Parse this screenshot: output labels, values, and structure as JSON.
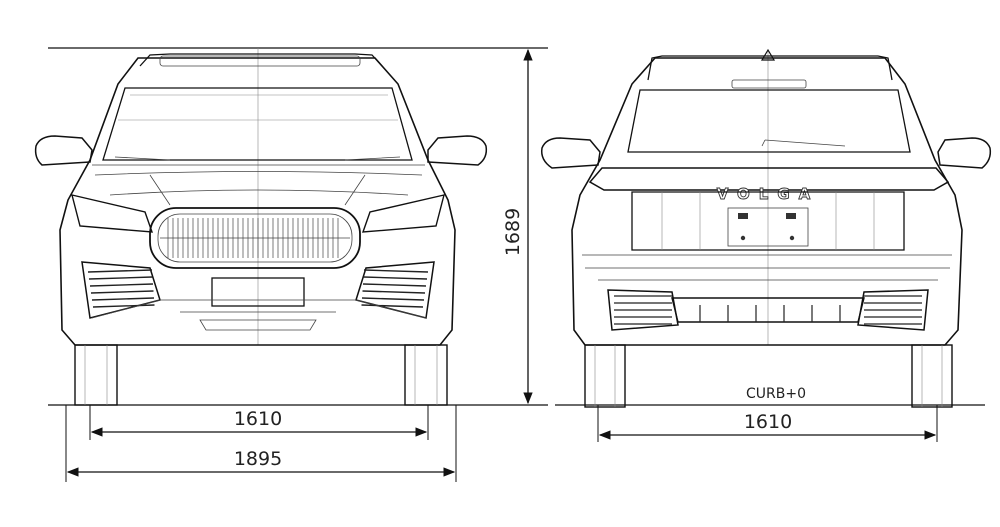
{
  "drawing": {
    "front_view": {
      "height_label": "1689",
      "track_label": "1610",
      "width_label": "1895"
    },
    "rear_view": {
      "curb_label": "CURB+0",
      "track_label": "1610",
      "badge_text": "VOLGA"
    }
  }
}
